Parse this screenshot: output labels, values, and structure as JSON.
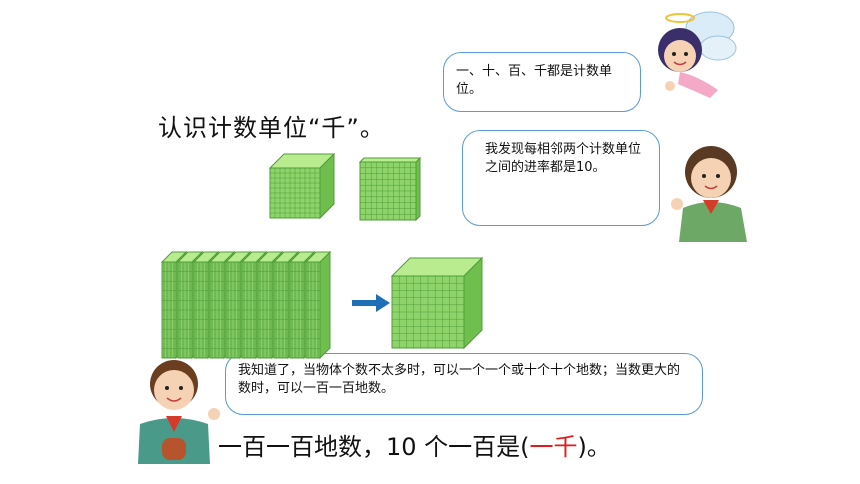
{
  "title": "认识计数单位“千”。",
  "bubbles": {
    "angel": "一、十、百、千都是计数单位。",
    "girl": "我发现每相邻两个计数单位之间的进率都是10。",
    "boy": "我知道了，当物体个数不太多时，可以一个一个或十个十个地数；当数更大的数时，可以一百一百地数。"
  },
  "bottom_sentence": {
    "prefix": "一百一百地数，10 个一百是(",
    "answer": "一千",
    "suffix": ")。"
  },
  "colors": {
    "cube_front": "#8ed46a",
    "cube_top": "#b8ec8e",
    "cube_side": "#6fbf4e",
    "grid_line": "#4f9c3a",
    "arrow": "#1f6fb6",
    "bubble_border": "#5b9bd5",
    "answer": "#e01b1b"
  },
  "icons": [
    "angel-girl-character",
    "girl-character",
    "boy-character",
    "right-arrow-icon",
    "thousand-cube",
    "hundred-flat"
  ]
}
